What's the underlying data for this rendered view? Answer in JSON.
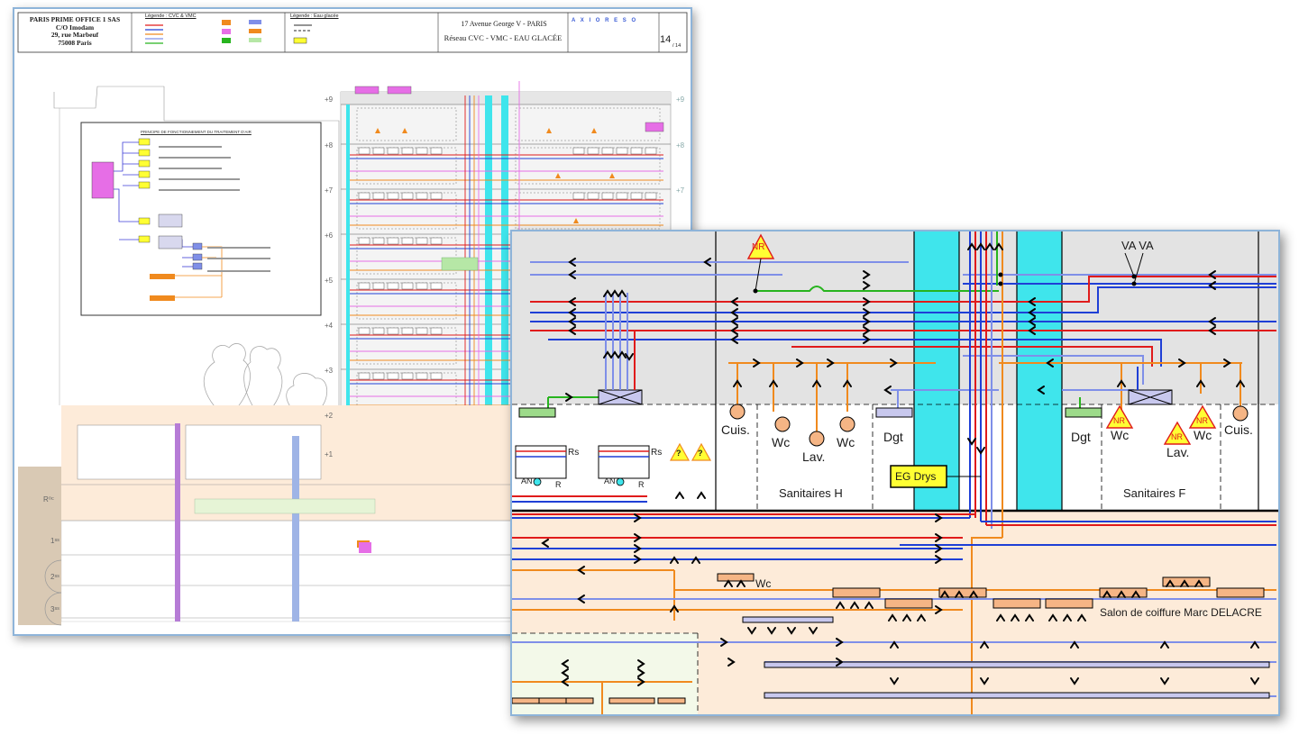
{
  "title_block": {
    "owner_line1": "PARIS PRIME OFFICE 1 SAS",
    "owner_line2": "C/O Imodam",
    "owner_line3": "29, rue Marbeuf",
    "owner_line4": "75008 Paris",
    "legend_cvc_title": "Légende : CVC & VMC",
    "legend_eau_title": "Légende : Eau glacée",
    "address": "17 Avenue George V - PARIS",
    "network": "Réseau CVC - VMC - EAU GLACÉE",
    "firm": "A X I O R E S O",
    "sheet_number": "14",
    "sheet_total": "/ 14"
  },
  "overview": {
    "schema_title": "PRINCIPE DE FONCTIONNEMENT DU TRAITEMENT D'AIR",
    "levels": [
      "+9",
      "+8",
      "+7",
      "+6",
      "+5",
      "+4",
      "+3",
      "+2",
      "+1",
      "R⁰ᶜ",
      "1ˢˢ",
      "2ˢˢ",
      "3ˢˢ"
    ]
  },
  "detail": {
    "top_left_badge": "NR",
    "va_label": "VA VA",
    "unknown_badge": "?",
    "cuis_left": "Cuis.",
    "wc_1": "Wc",
    "lav_1": "Lav.",
    "wc_2": "Wc",
    "dgt_1": "Dgt",
    "sanitaires_h": "Sanitaires H",
    "eg_drys": "EG Drys",
    "dgt_2": "Dgt",
    "nr_1": "NR",
    "wc_3": "Wc",
    "nr_2": "NR",
    "lav_2": "Lav.",
    "nr_3": "NR",
    "wc_4": "Wc",
    "cuis_right": "Cuis.",
    "sanitaires_f": "Sanitaires F",
    "rs_1": "Rs",
    "rs_2": "Rs",
    "an_1": "AN",
    "r_1": "R",
    "an_2": "AN",
    "r_2": "R",
    "wc_5": "Wc",
    "salon": "Salon de coiffure Marc DELACRE"
  },
  "colors": {
    "red": "#e01b1b",
    "blue": "#1f3fd6",
    "light_blue": "#7f8fe8",
    "orange": "#f08a1e",
    "green": "#27b41e",
    "cyan": "#3fe5ec",
    "grey_zone": "#e3e3e3",
    "peach_zone": "#fdebd9",
    "yellow": "#ffff33"
  }
}
